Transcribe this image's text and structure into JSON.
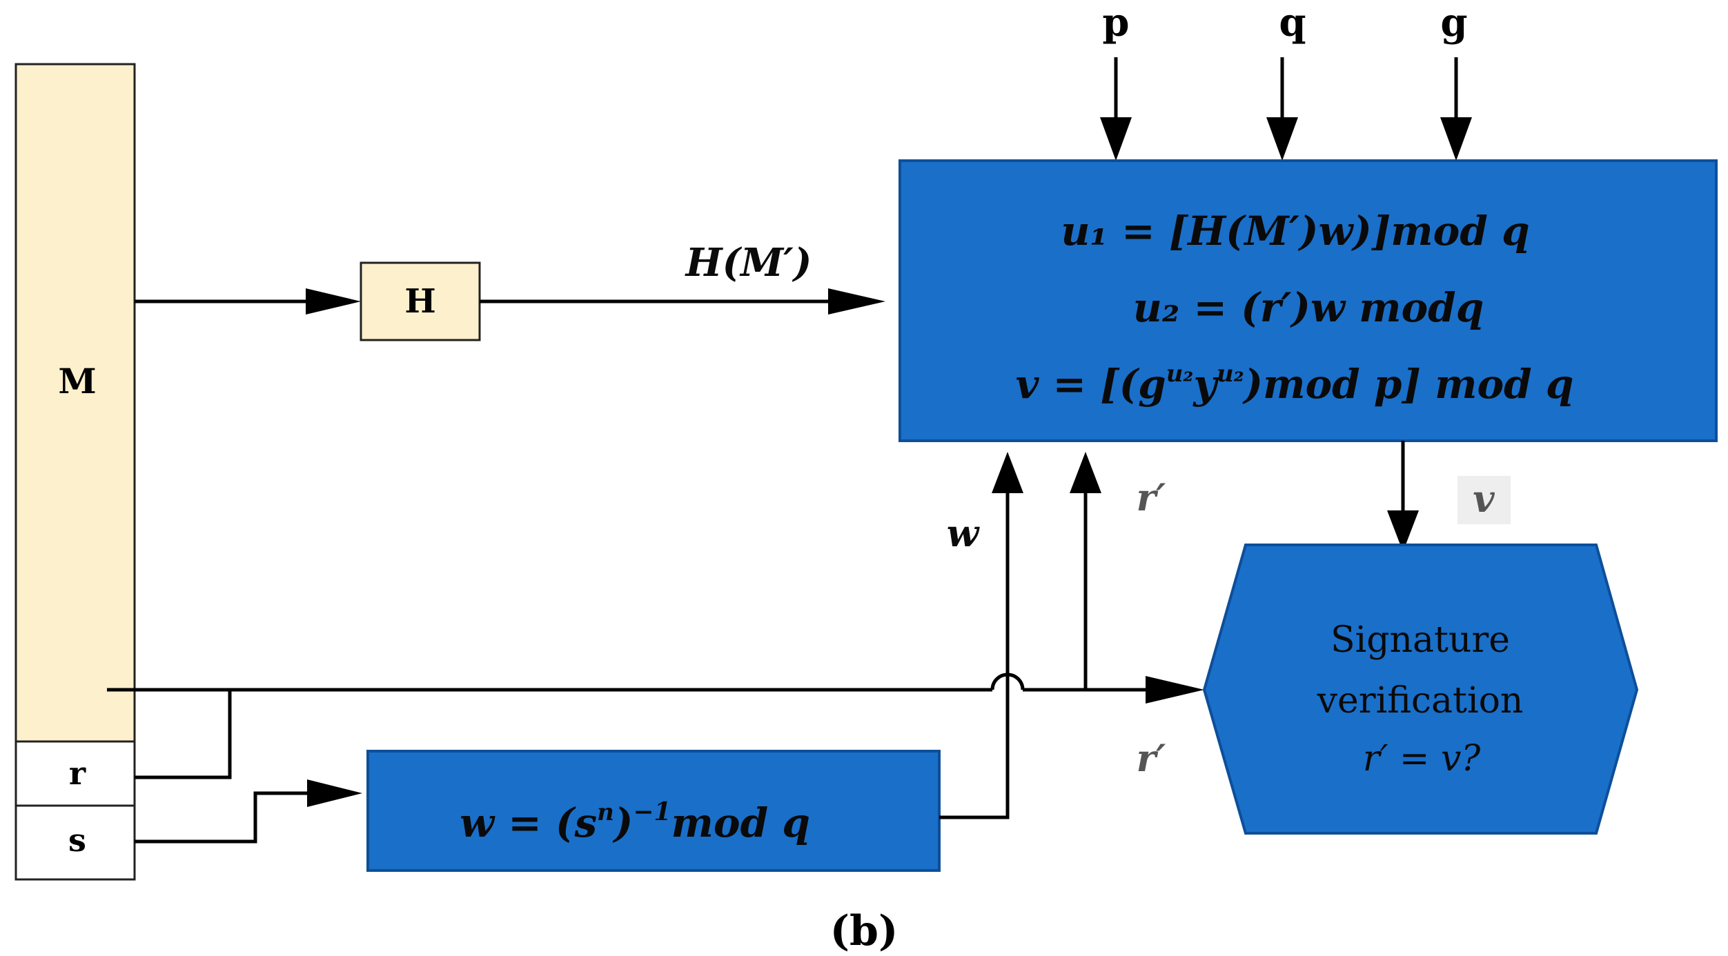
{
  "message_block": {
    "m_label": "M",
    "r_label": "r",
    "s_label": "s"
  },
  "hash_box": {
    "label": "H"
  },
  "hash_output_label": "H(M′)",
  "parameters": [
    "p",
    "q",
    "g"
  ],
  "verify_box": {
    "line1": "u₁ = [H(M′)w)]mod q",
    "line2": "u₂ = (r′)w modq",
    "line3_main": "v = [(g",
    "line3_sup1": "u₂",
    "line3_mid": "y",
    "line3_sup2": "u₂",
    "line3_end": ")mod p] mod q"
  },
  "w_box": {
    "main": "w = (s",
    "sup1": "n",
    "mid": ")",
    "sup2": "−1",
    "end": "mod q"
  },
  "labels": {
    "w": "w",
    "r_prime_top": "r′",
    "r_prime_bottom": "r′",
    "v": "v"
  },
  "signature_verification": {
    "line1": "Signature",
    "line2": "verification",
    "line3": "r′ = v?"
  },
  "caption": "(b)",
  "colors": {
    "blue": "#1a6fc9",
    "cream": "#fdf0cc",
    "line": "#000000"
  }
}
